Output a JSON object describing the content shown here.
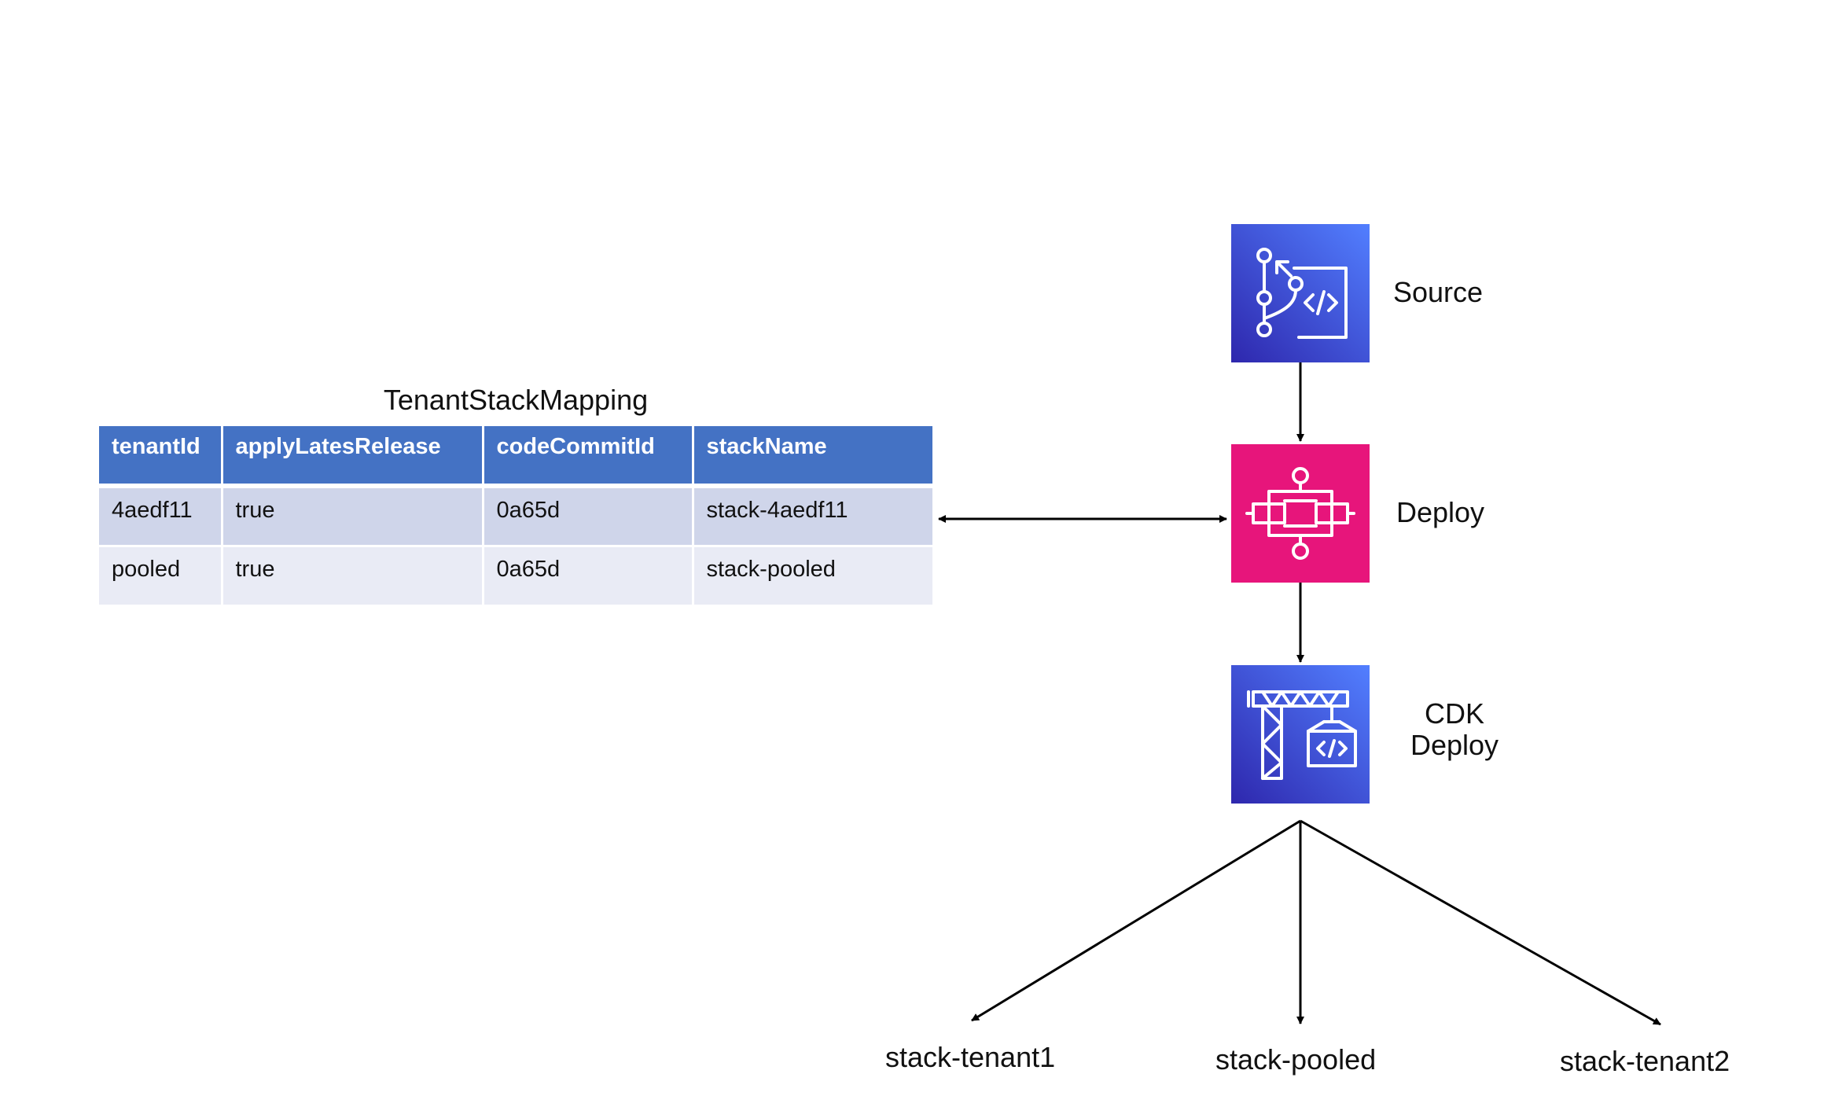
{
  "table": {
    "title": "TenantStackMapping",
    "headers": [
      "tenantId",
      "applyLatesRelease",
      "codeCommitId",
      "stackName"
    ],
    "rows": [
      [
        "4aedf11",
        "true",
        "0a65d",
        "stack-4aedf11"
      ],
      [
        "pooled",
        "true",
        "0a65d",
        "stack-pooled"
      ]
    ]
  },
  "pipeline": {
    "source_label": "Source",
    "deploy_label": "Deploy",
    "cdk_label_line1": "CDK",
    "cdk_label_line2": "Deploy"
  },
  "stacks": {
    "tenant1": "stack-tenant1",
    "pooled": "stack-pooled",
    "tenant2": "stack-tenant2"
  },
  "colors": {
    "table_header": "#4472c4",
    "row_dark": "#cfd5ea",
    "row_light": "#e9ebf5",
    "source_tile_top": "#4d72f3",
    "source_tile_bottom": "#3334b9",
    "deploy_tile": "#e7157b"
  },
  "icons": [
    "code-commit-icon",
    "code-pipeline-icon",
    "cdk-crane-icon"
  ]
}
